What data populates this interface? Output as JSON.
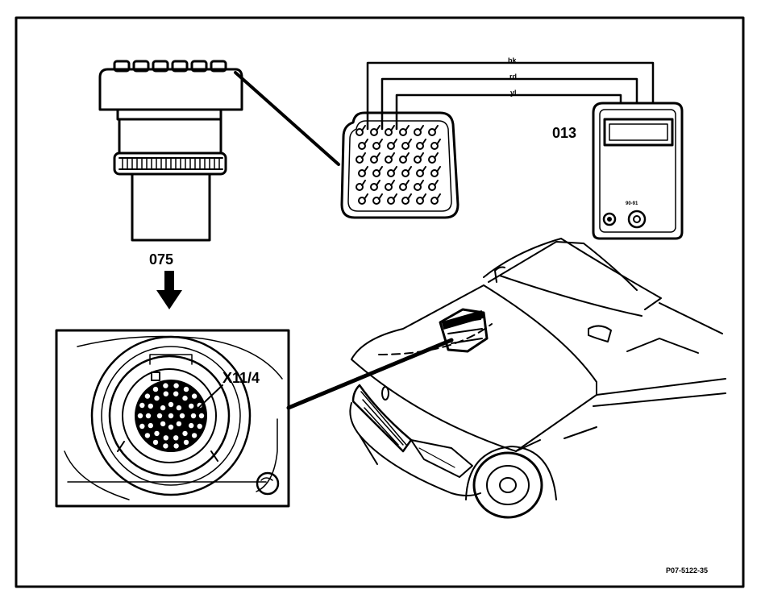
{
  "labels": {
    "adapter": "075",
    "tester": "013",
    "socket": "X11/4",
    "wire_bk": "bk",
    "wire_rd": "rd",
    "wire_yl": "yl",
    "tester_jack": "90-91",
    "figure_code": "P07-5122-35"
  },
  "colors": {
    "ink": "#000000",
    "paper": "#ffffff"
  }
}
